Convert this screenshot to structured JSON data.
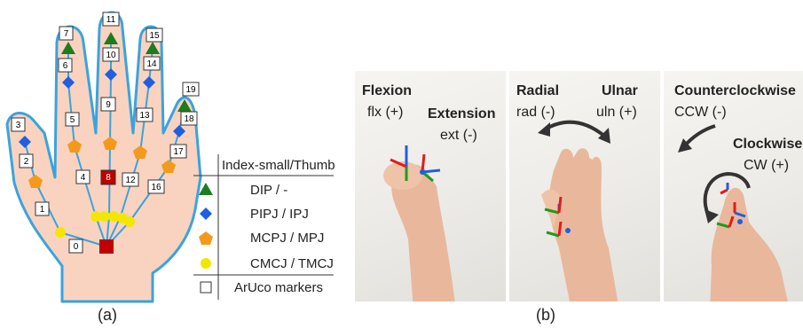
{
  "panel_a": {
    "caption": "(a)",
    "marker_ids": [
      "0",
      "1",
      "2",
      "3",
      "4",
      "5",
      "6",
      "7",
      "8",
      "9",
      "10",
      "11",
      "12",
      "13",
      "14",
      "15",
      "16",
      "17",
      "18",
      "19"
    ],
    "legend": {
      "header": "Index-small/Thumb",
      "rows": [
        {
          "symbol": "triangle-icon",
          "color": "#1e7b1e",
          "label": "DIP / -"
        },
        {
          "symbol": "diamond-icon",
          "color": "#1f5fe0",
          "label": "PIPJ / IPJ"
        },
        {
          "symbol": "pentagon-icon",
          "color": "#f39a1c",
          "label": "MCPJ / MPJ"
        },
        {
          "symbol": "circle-icon",
          "color": "#f5e600",
          "label": "CMCJ / TMCJ"
        },
        {
          "symbol": "square-icon",
          "color": "#ffffff",
          "label": "ArUco markers"
        }
      ]
    },
    "colors": {
      "skin": "#f9d3bf",
      "outline": "#3aa3dd",
      "root": "#c00000"
    }
  },
  "panel_b": {
    "caption": "(b)",
    "photos": [
      {
        "labels": {
          "flexion": "Flexion",
          "flx": "flx (+)",
          "extension": "Extension",
          "ext": "ext (-)"
        }
      },
      {
        "labels": {
          "radial": "Radial",
          "rad": "rad (-)",
          "ulnar": "Ulnar",
          "uln": "uln (+)"
        }
      },
      {
        "labels": {
          "counterclockwise": "Counterclockwise",
          "ccw": "CCW (-)",
          "clockwise": "Clockwise",
          "cw": "CW (+)"
        }
      }
    ]
  }
}
